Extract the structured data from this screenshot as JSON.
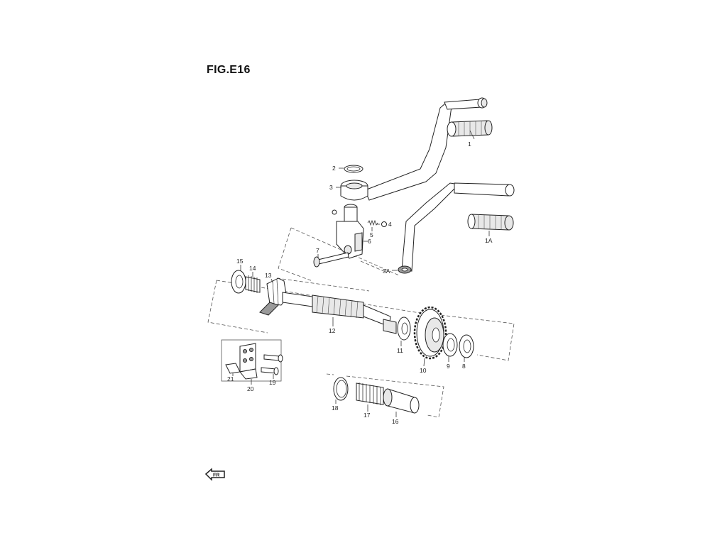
{
  "figure": {
    "title": "FIG.E16"
  },
  "labels": {
    "l1": "1",
    "l1a": "1A",
    "l2": "2",
    "l3": "3",
    "l3a": "3A",
    "l4": "4",
    "l5": "5",
    "l6": "6",
    "l7": "7",
    "l8": "8",
    "l9": "9",
    "l10": "10",
    "l11": "11",
    "l12": "12",
    "l13": "13",
    "l14": "14",
    "l15": "15",
    "l16": "16",
    "l17": "17",
    "l18": "18",
    "l19": "19",
    "l20": "20",
    "l21": "21"
  },
  "front_arrow": {
    "text": "FR"
  }
}
